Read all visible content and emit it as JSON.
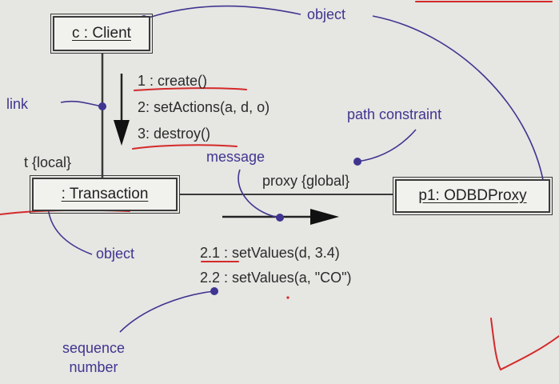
{
  "diagram": {
    "objects": {
      "client": "c : Client",
      "transaction": ": Transaction",
      "proxy": "p1: ODBDProxy"
    },
    "messages": {
      "m1": "1 : create()",
      "m2": "2: setActions(a, d, o)",
      "m3": "3: destroy()",
      "m21": "2.1 : setValues(d, 3.4)",
      "m22": "2.2 : setValues(a, \"CO\")"
    },
    "link_labels": {
      "local_role": "t {local}",
      "global_role": "proxy {global}"
    },
    "annotations": {
      "object_top": "object",
      "link": "link",
      "path_constraint": "path constraint",
      "message": "message",
      "object_bottom": "object",
      "sequence_number_line1": "sequence",
      "sequence_number_line2": "number"
    },
    "colors": {
      "ink": "#3a3a3a",
      "annotation": "#3f3590",
      "marker": "#d42a2a",
      "background": "#e6e6e3"
    }
  }
}
